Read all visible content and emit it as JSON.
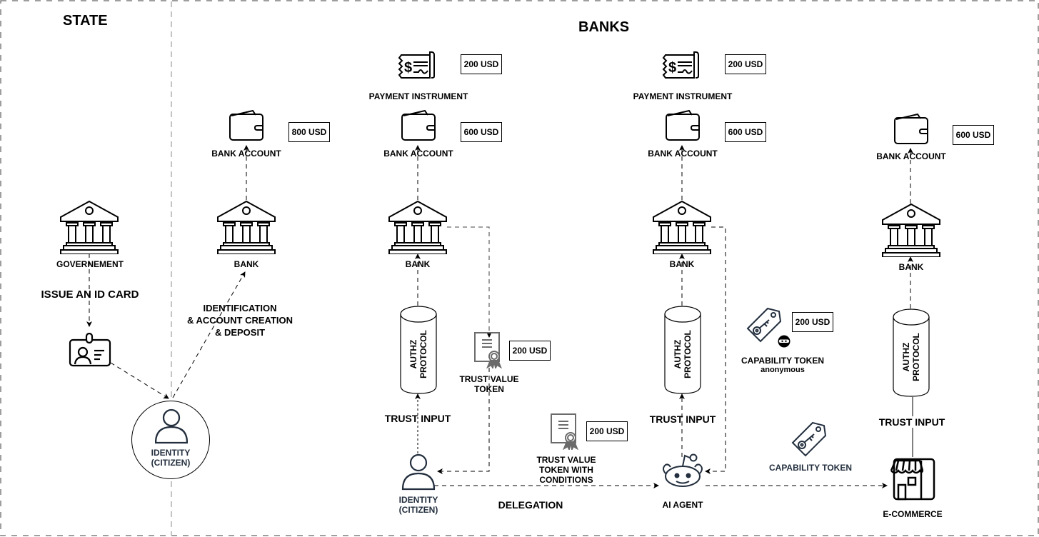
{
  "sections": {
    "state": {
      "title": "STATE"
    },
    "banks": {
      "title": "BANKS"
    }
  },
  "state": {
    "government_label": "GOVERNEMENT",
    "issue_id_label": "ISSUE AN ID CARD",
    "citizen_label_line1": "IDENTITY",
    "citizen_label_line2": "(CITIZEN)"
  },
  "bank1": {
    "account_label": "BANK ACCOUNT",
    "account_balance": "800 USD",
    "bank_label": "BANK",
    "action_line1": "IDENTIFICATION",
    "action_line2": "& ACCOUNT CREATION",
    "action_line3": "& DEPOSIT"
  },
  "bank2": {
    "instrument_label": "PAYMENT INSTRUMENT",
    "instrument_amount": "200 USD",
    "account_label": "BANK ACCOUNT",
    "account_balance": "600 USD",
    "bank_label": "BANK",
    "protocol_line1": "AUTHZ",
    "protocol_line2": "PROTOCOL",
    "trust_input_label": "TRUST INPUT",
    "token_label_line1": "TRUST VALUE",
    "token_label_line2": "TOKEN",
    "token_amount": "200 USD",
    "citizen_label_line1": "IDENTITY",
    "citizen_label_line2": "(CITIZEN)"
  },
  "delegation": {
    "token_label_line1": "TRUST VALUE",
    "token_label_line2": "TOKEN WITH",
    "token_label_line3": "CONDITIONS",
    "token_amount": "200 USD",
    "delegation_label": "DELEGATION"
  },
  "bank3": {
    "instrument_label": "PAYMENT INSTRUMENT",
    "instrument_amount": "200 USD",
    "account_label": "BANK ACCOUNT",
    "account_balance": "600 USD",
    "bank_label": "BANK",
    "protocol_line1": "AUTHZ",
    "protocol_line2": "PROTOCOL",
    "trust_input_label": "TRUST INPUT",
    "agent_label": "AI AGENT",
    "cap_token_label": "CAPABILITY TOKEN",
    "cap_token_sublabel": "anonymous",
    "cap_token_amount": "200 USD",
    "cap_token2_label": "CAPABILITY TOKEN"
  },
  "bank4": {
    "account_label": "BANK ACCOUNT",
    "account_balance": "600 USD",
    "bank_label": "BANK",
    "protocol_line1": "AUTHZ",
    "protocol_line2": "PROTOCOL",
    "trust_input_label": "TRUST INPUT",
    "merchant_label": "E-COMMERCE"
  },
  "colors": {
    "border_dash": "#7f7f7f",
    "divider_dash": "#bdbdbd",
    "icon_dark": "#232f3e",
    "token_gray": "#6b6b6b"
  }
}
